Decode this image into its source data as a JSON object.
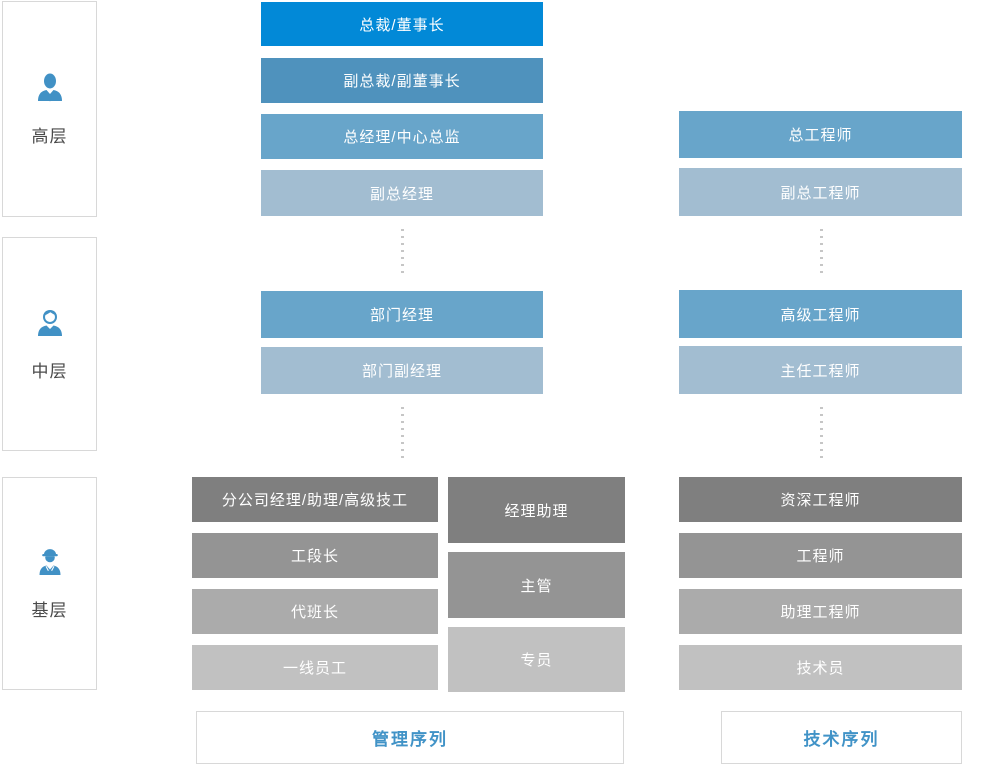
{
  "palette": {
    "level1_blue": "#0289d7",
    "level2_blue": "#4f92bd",
    "level3_blue": "#68a5ca",
    "level4_blue": "#a2bdd1",
    "gray_dark": "#7f7f7f",
    "gray_medium": "#949494",
    "gray_light": "#ababab",
    "gray_lighter": "#c1c1c1",
    "footer_text_blue": "#4193c7",
    "icon_blue": "#4191c5"
  },
  "sidebar": {
    "levels": [
      {
        "label": "高层",
        "icon": "executive-person-icon"
      },
      {
        "label": "中层",
        "icon": "manager-person-icon"
      },
      {
        "label": "基层",
        "icon": "worker-person-icon"
      }
    ]
  },
  "management": {
    "top": [
      "总裁/董事长",
      "副总裁/副董事长",
      "总经理/中心总监",
      "副总经理"
    ],
    "middle": [
      "部门经理",
      "部门副经理"
    ],
    "bottom_left": [
      "分公司经理/助理/高级技工",
      "工段长",
      "代班长",
      "一线员工"
    ],
    "bottom_right": [
      "经理助理",
      "主管",
      "专员"
    ],
    "footer": "管理序列"
  },
  "technical": {
    "top": [
      "总工程师",
      "副总工程师"
    ],
    "middle": [
      "高级工程师",
      "主任工程师"
    ],
    "bottom": [
      "资深工程师",
      "工程师",
      "助理工程师",
      "技术员"
    ],
    "footer": "技术序列"
  }
}
